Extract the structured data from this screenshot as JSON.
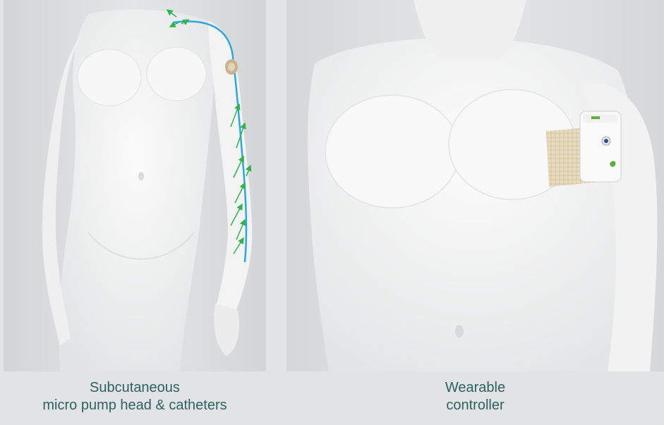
{
  "panels": [
    {
      "caption_lines": [
        "Subcutaneous",
        "micro pump head & catheters"
      ],
      "arrow_color": "#2fb34a",
      "catheter_color": "#2ba8e0"
    },
    {
      "caption_lines": [
        "Wearable",
        "controller"
      ],
      "device_accent": "#5fae3b",
      "button_color": "#2f4f8a"
    }
  ],
  "colors": {
    "background": "#dedfe0",
    "caption_text": "#2e6161",
    "skin": "#f4f4f4"
  }
}
